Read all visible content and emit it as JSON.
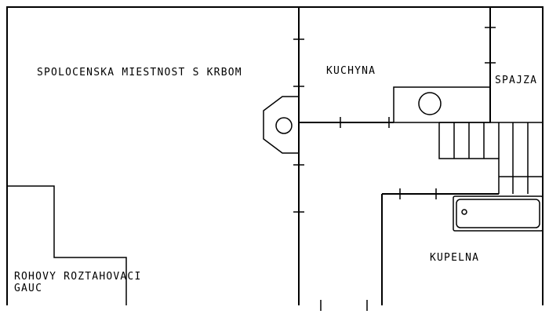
{
  "floor_plan": {
    "rooms": {
      "living_room": "SPOLOCENSKA MIESTNOST S KRBOM",
      "kitchen": "KUCHYNA",
      "pantry": "SPAJZA",
      "bathroom": "KUPELNA",
      "sofa_line1": "ROHOVY ROZTAHOVACI",
      "sofa_line2": "GAUC"
    },
    "fixtures": [
      "fireplace",
      "kitchen-sink",
      "staircase",
      "bathtub",
      "corner-sofa"
    ],
    "line_color": "#000000",
    "background": "#ffffff"
  }
}
